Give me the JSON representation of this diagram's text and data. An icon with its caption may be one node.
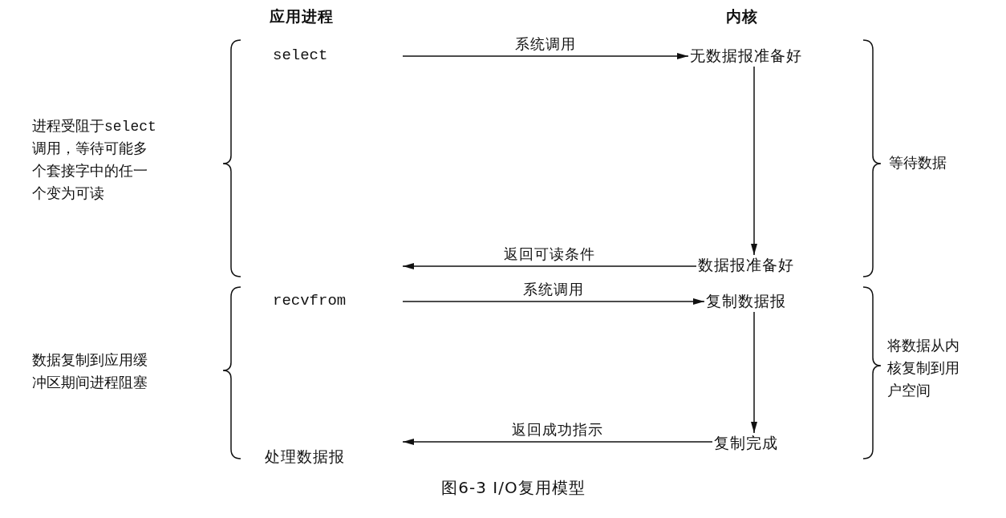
{
  "diagram": {
    "caption": "图6-3 I/O复用模型",
    "nodes": [
      {
        "text": [
          "select"
        ]
      },
      {
        "text": [
          "无数据报准备好"
        ]
      },
      {
        "text": [
          "数据报准备好"
        ]
      },
      {
        "text": [
          "recvfrom"
        ]
      },
      {
        "text": [
          "复制数据报"
        ]
      },
      {
        "text": [
          "复制完成"
        ]
      },
      {
        "text": [
          "处理数据报"
        ]
      }
    ],
    "edges": [
      {
        "from": 0,
        "to": 1,
        "arrow": "to",
        "label": "系统调用"
      },
      {
        "from": 1,
        "to": 2,
        "arrow": "to"
      },
      {
        "from": 2,
        "to": null,
        "arrow": "to",
        "label": "返回可读条件"
      },
      {
        "from": 3,
        "to": 4,
        "arrow": "to",
        "label": "系统调用"
      },
      {
        "from": 4,
        "to": 5,
        "arrow": "to"
      },
      {
        "from": 5,
        "to": null,
        "arrow": "to",
        "label": "返回成功指示"
      }
    ],
    "labels": [
      "应用进程",
      "内核",
      "进程受阻于select调用，等待可能多个套接字中的任一个变为可读",
      "等待数据",
      "数据复制到应用缓冲区期间进程阻塞",
      "将数据从内核复制到用户空间"
    ]
  }
}
